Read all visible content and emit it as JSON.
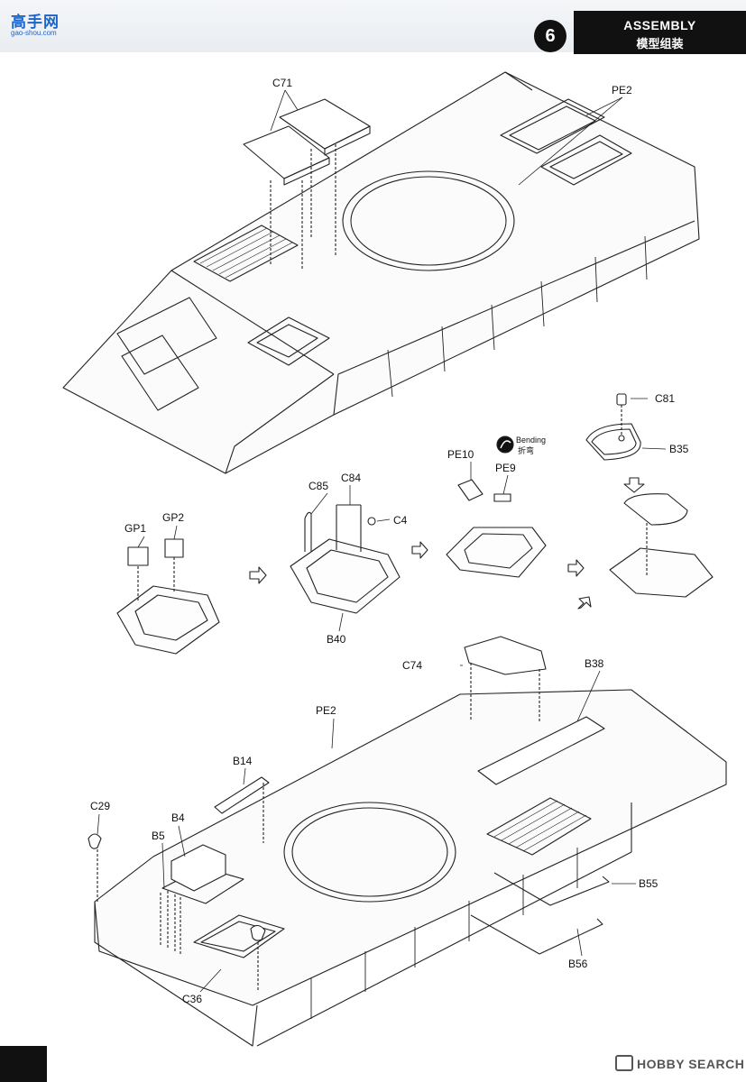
{
  "logo": {
    "title": "高手网",
    "subtitle": "gao-shou.com"
  },
  "step": {
    "number": "6",
    "title_en": "ASSEMBLY",
    "title_zh": "模型组装"
  },
  "bending": {
    "label_en": "Bending",
    "label_zh": "折弯"
  },
  "part_labels": {
    "c71": "C71",
    "pe2_top": "PE2",
    "c81": "C81",
    "b35": "B35",
    "pe10": "PE10",
    "pe9": "PE9",
    "c85": "C85",
    "c84": "C84",
    "c4": "C4",
    "gp1": "GP1",
    "gp2": "GP2",
    "b40": "B40",
    "c74": "C74",
    "b38": "B38",
    "pe2_bottom": "PE2",
    "b14": "B14",
    "c29": "C29",
    "b4": "B4",
    "b5": "B5",
    "b55": "B55",
    "b56": "B56",
    "c36": "C36"
  },
  "watermark": {
    "text": "HOBBY SEARCH"
  },
  "icons": [
    "arrow-right-icon",
    "arrow-down-icon",
    "arrow-down-left-icon",
    "bending-icon"
  ]
}
